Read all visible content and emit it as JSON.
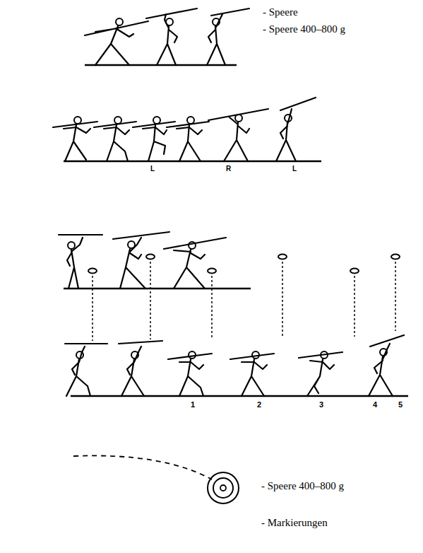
{
  "diagram": {
    "labels": [
      "- Speere",
      "- Speere 400–800 g",
      "L",
      "R",
      "L",
      "1",
      "2",
      "3",
      "4",
      "5",
      "- Speere 400–800 g",
      "- Markierungen"
    ]
  }
}
